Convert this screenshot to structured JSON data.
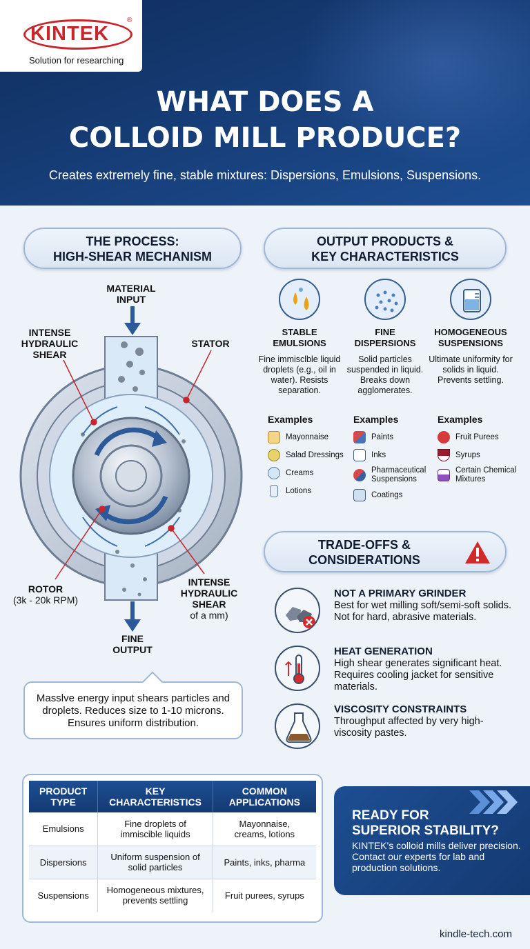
{
  "brand": {
    "name": "KINTEK",
    "registered": "®",
    "tagline": "Solution for researching"
  },
  "title": {
    "line1": "WHAT DOES A",
    "line2": "COLLOID MILL PRODUCE?"
  },
  "subtitle": "Creates extremely fine, stable mixtures: Dispersions, Emulsions, Suspensions.",
  "process": {
    "heading_line1": "THE PROCESS:",
    "heading_line2": "HIGH-SHEAR MECHANISM",
    "labels": {
      "material_input_1": "MATERIAL",
      "material_input_2": "INPUT",
      "shear_top_1": "INTENSE",
      "shear_top_2": "HYDRAULIC",
      "shear_top_3": "SHEAR",
      "stator": "STATOR",
      "rotor_1": "ROTOR",
      "rotor_2": "(3k - 20k RPM)",
      "shear_bottom_1": "INTENSE",
      "shear_bottom_2": "HYDRAULIC",
      "shear_bottom_3": "SHEAR",
      "shear_bottom_4": "of a mm)",
      "fine_output_1": "FINE",
      "fine_output_2": "OUTPUT"
    },
    "callout": "Masslve energy input shears particles and droplets. Reduces size to 1-10 microns. Ensures uniform distribution."
  },
  "outputs": {
    "heading_line1": "OUTPUT PRODUCTS &",
    "heading_line2": "KEY CHARACTERISTICS",
    "examples_label": "Examples",
    "products": [
      {
        "name_1": "STABLE",
        "name_2": "EMULSIONS",
        "desc": "Fine immisclble liquid droplets (e.g., oil in water). Resists separation.",
        "examples": [
          "Mayonnaise",
          "Salad Dressings",
          "Creams",
          "Lotions"
        ]
      },
      {
        "name_1": "FINE",
        "name_2": "DISPERSIONS",
        "desc": "Solid particles suspended in liquid. Breaks down agglomerates.",
        "examples": [
          "Paints",
          "Inks",
          "Pharmaceutical Suspensions",
          "Coatings"
        ]
      },
      {
        "name_1": "HOMOGENEOUS",
        "name_2": "SUSPENSIONS",
        "desc": "Ultimate uniformity for solids in liquid. Prevents settling.",
        "examples": [
          "Fruit Purees",
          "Syrups",
          "Certain Chemical Mixtures"
        ]
      }
    ]
  },
  "tradeoffs": {
    "heading_line1": "TRADE-OFFS &",
    "heading_line2": "CONSIDERATIONS",
    "items": [
      {
        "title": "NOT A PRIMARY GRINDER",
        "desc": "Best for wet milling soft/semi-soft solids. Not for hard, abrasive materials."
      },
      {
        "title": "HEAT GENERATION",
        "desc": "High shear generates significant heat. Requires cooling jacket for sensitive materials."
      },
      {
        "title": "VISCOSITY CONSTRAINTS",
        "desc": "Throughput affected by very high-viscosity pastes."
      }
    ]
  },
  "table": {
    "headers": [
      {
        "line1": "PRODUCT",
        "line2": "TYPE"
      },
      {
        "line1": "KEY",
        "line2": "CHARACTERISTICS"
      },
      {
        "line1": "COMMON",
        "line2": "APPLICATIONS"
      }
    ],
    "rows": [
      {
        "type": "Emulsions",
        "char_1": "Fine droplets of",
        "char_2": "immiscible liquids",
        "app_1": "Mayonnaise,",
        "app_2": "creams, lotions"
      },
      {
        "type": "Dispersions",
        "char_1": "Uniform suspension of",
        "char_2": "solid particles",
        "app_1": "Paints, inks, pharma",
        "app_2": ""
      },
      {
        "type": "Suspensions",
        "char_1": "Homogeneous mixtures,",
        "char_2": "prevents settling",
        "app_1": "Fruit purees, syrups",
        "app_2": ""
      }
    ]
  },
  "cta": {
    "title_1": "READY FOR",
    "title_2": "SUPERIOR STABILITY?",
    "body": "KINTEK's colloid mills deliver precision. Contact our experts for lab and production solutions."
  },
  "website": "kindle-tech.com",
  "colors": {
    "navy": "#173f7a",
    "brand_red": "#c8262c",
    "pill_border": "#9fb7d6"
  }
}
